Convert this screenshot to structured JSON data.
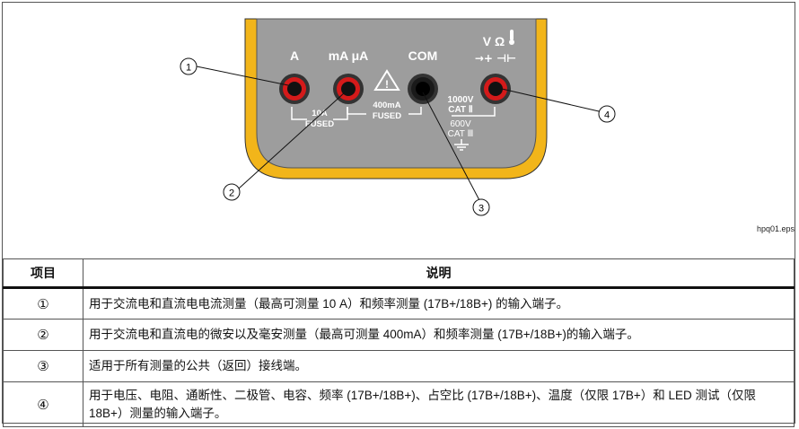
{
  "figure": {
    "terminals": {
      "a": "A",
      "ma_ua": "mA μA",
      "com": "COM",
      "v_ohm": "V Ω",
      "v_symbols": "→+ ⊣⊢"
    },
    "fuse_10a": [
      "10A",
      "FUSED"
    ],
    "fuse_400ma": [
      "400mA",
      "FUSED"
    ],
    "rating_1000v": [
      "1000V",
      "CAT Ⅱ"
    ],
    "rating_600v": [
      "600V",
      "CAT Ⅲ"
    ],
    "callouts": [
      "①",
      "②",
      "③",
      "④"
    ],
    "file_label": "hpq01.eps"
  },
  "table": {
    "headers": {
      "item": "项目",
      "desc": "说明"
    },
    "rows": [
      {
        "num": "①",
        "text": "用于交流电和直流电电流测量（最高可测量 10 A）和频率测量 (17B+/18B+) 的输入端子。"
      },
      {
        "num": "②",
        "text": "用于交流电和直流电的微安以及毫安测量（最高可测量 400mA）和频率测量 (17B+/18B+)的输入端子。"
      },
      {
        "num": "③",
        "text": "适用于所有测量的公共（返回）接线端。"
      },
      {
        "num": "④",
        "text": "用于电压、电阻、通断性、二极管、电容、频率 (17B+/18B+)、占空比 (17B+/18B+)、温度（仅限 17B+）和 LED 测试（仅限 18B+）测量的输入端子。"
      }
    ]
  }
}
